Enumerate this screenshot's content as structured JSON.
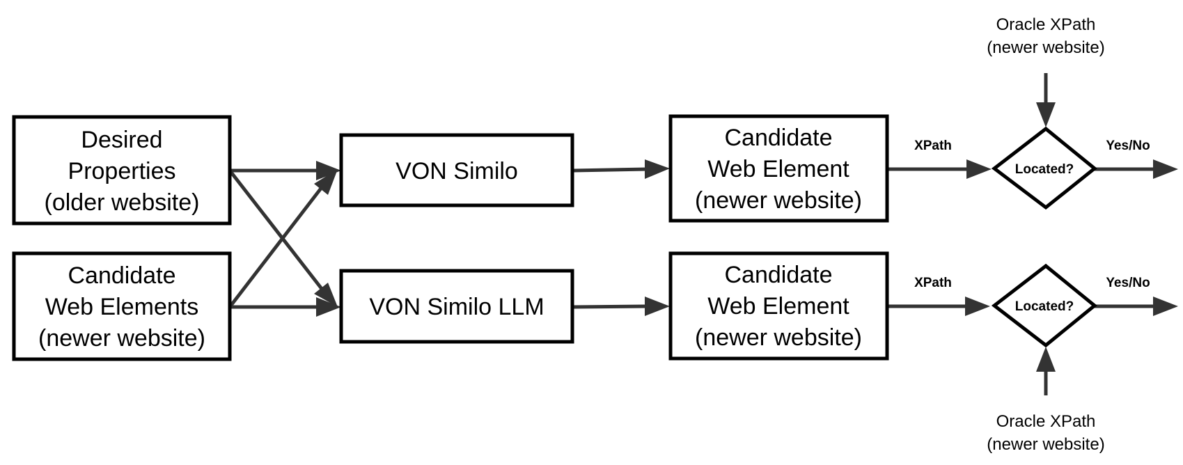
{
  "nodes": {
    "desired_properties": [
      "Desired",
      "Properties",
      "(older website)"
    ],
    "candidate_elements": [
      "Candidate",
      "Web Elements",
      "(newer website)"
    ],
    "von_similo": "VON Similo",
    "von_similo_llm": "VON Similo LLM",
    "candidate_top": [
      "Candidate",
      "Web Element",
      "(newer website)"
    ],
    "candidate_bottom": [
      "Candidate",
      "Web Element",
      "(newer website)"
    ],
    "decision_top": "Located?",
    "decision_bottom": "Located?",
    "oracle_top": [
      "Oracle XPath",
      "(newer website)"
    ],
    "oracle_bottom": [
      "Oracle XPath",
      "(newer website)"
    ]
  },
  "edges": {
    "xpath_top": "XPath",
    "xpath_bottom": "XPath",
    "result_top": "Yes/No",
    "result_bottom": "Yes/No"
  },
  "colors": {
    "box_stroke": "#000000",
    "arrow": "#333333"
  }
}
